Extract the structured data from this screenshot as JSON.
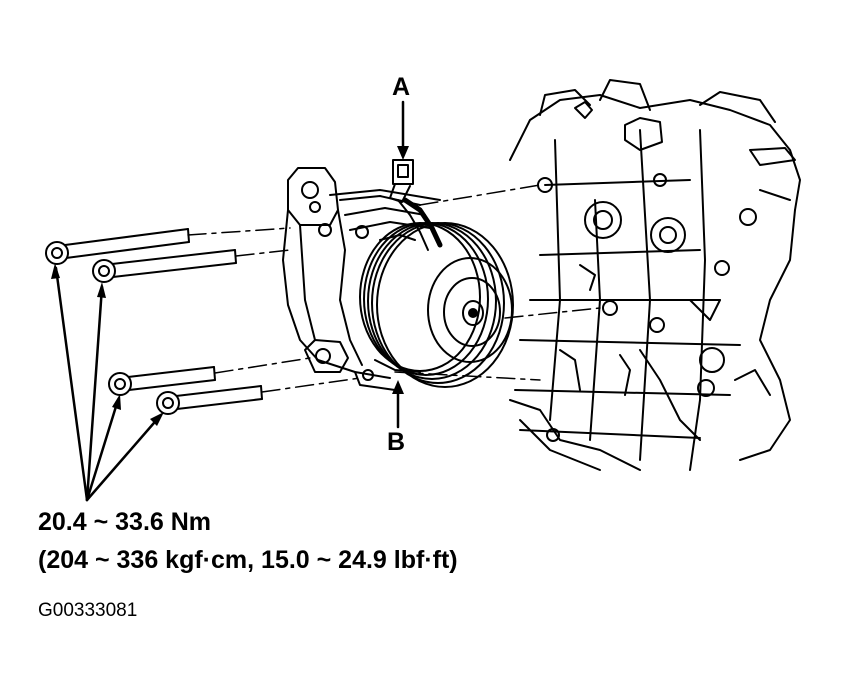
{
  "callouts": {
    "a": "A",
    "b": "B"
  },
  "torque": {
    "nm": "20.4 ~ 33.6 Nm",
    "alt": "(204 ~ 336 kgf·cm, 15.0 ~ 24.9 lbf·ft)"
  },
  "figure_id": "G00333081",
  "colors": {
    "ink": "#000000",
    "background": "#ffffff"
  }
}
